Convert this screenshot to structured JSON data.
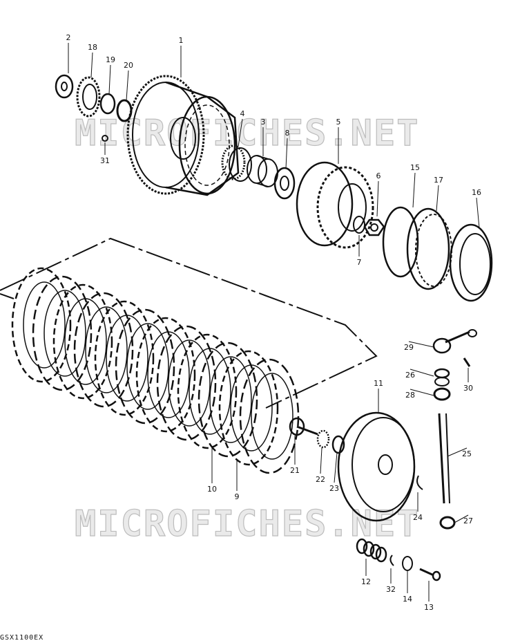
{
  "watermark": "MICROFICHES.NET",
  "footer_code": "GSX1100EX",
  "callouts": [
    "1",
    "2",
    "3",
    "4",
    "5",
    "6",
    "7",
    "8",
    "9",
    "10",
    "11",
    "12",
    "13",
    "14",
    "15",
    "16",
    "17",
    "18",
    "19",
    "20",
    "21",
    "22",
    "23",
    "24",
    "25",
    "26",
    "27",
    "28",
    "29",
    "30",
    "31",
    "32"
  ]
}
